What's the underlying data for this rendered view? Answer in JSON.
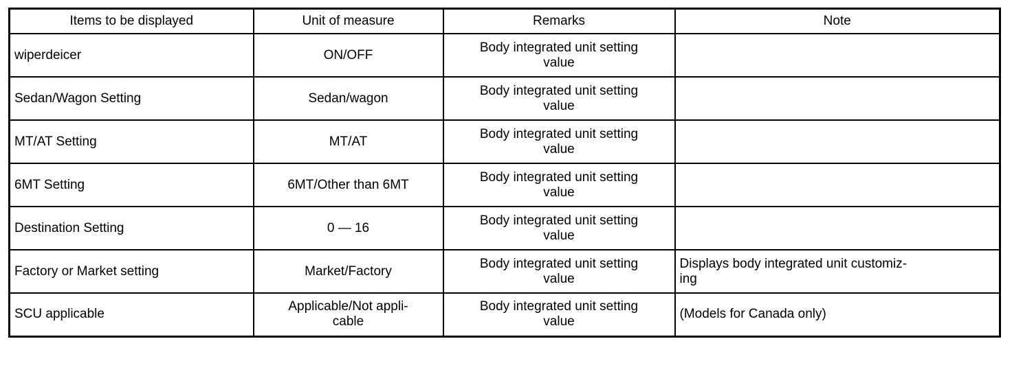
{
  "colors": {
    "border": "#000000",
    "background": "#ffffff",
    "text": "#000000"
  },
  "table": {
    "headers": [
      "Items to be displayed",
      "Unit of measure",
      "Remarks",
      "Note"
    ],
    "rows": [
      {
        "item": "wiperdeicer",
        "unit": "ON/OFF",
        "remarks": "Body integrated unit setting\nvalue",
        "note": ""
      },
      {
        "item": "Sedan/Wagon Setting",
        "unit": "Sedan/wagon",
        "remarks": "Body integrated unit setting\nvalue",
        "note": ""
      },
      {
        "item": "MT/AT Setting",
        "unit": "MT/AT",
        "remarks": "Body integrated unit setting\nvalue",
        "note": ""
      },
      {
        "item": "6MT Setting",
        "unit": "6MT/Other than 6MT",
        "remarks": "Body integrated unit setting\nvalue",
        "note": ""
      },
      {
        "item": "Destination Setting",
        "unit": "0 — 16",
        "remarks": "Body integrated unit setting\nvalue",
        "note": ""
      },
      {
        "item": "Factory or Market setting",
        "unit": "Market/Factory",
        "remarks": "Body integrated unit setting\nvalue",
        "note": "Displays body integrated unit customiz-\ning"
      },
      {
        "item": "SCU applicable",
        "unit": "Applicable/Not appli-\ncable",
        "remarks": "Body integrated unit setting\nvalue",
        "note": "(Models for Canada only)"
      }
    ]
  }
}
